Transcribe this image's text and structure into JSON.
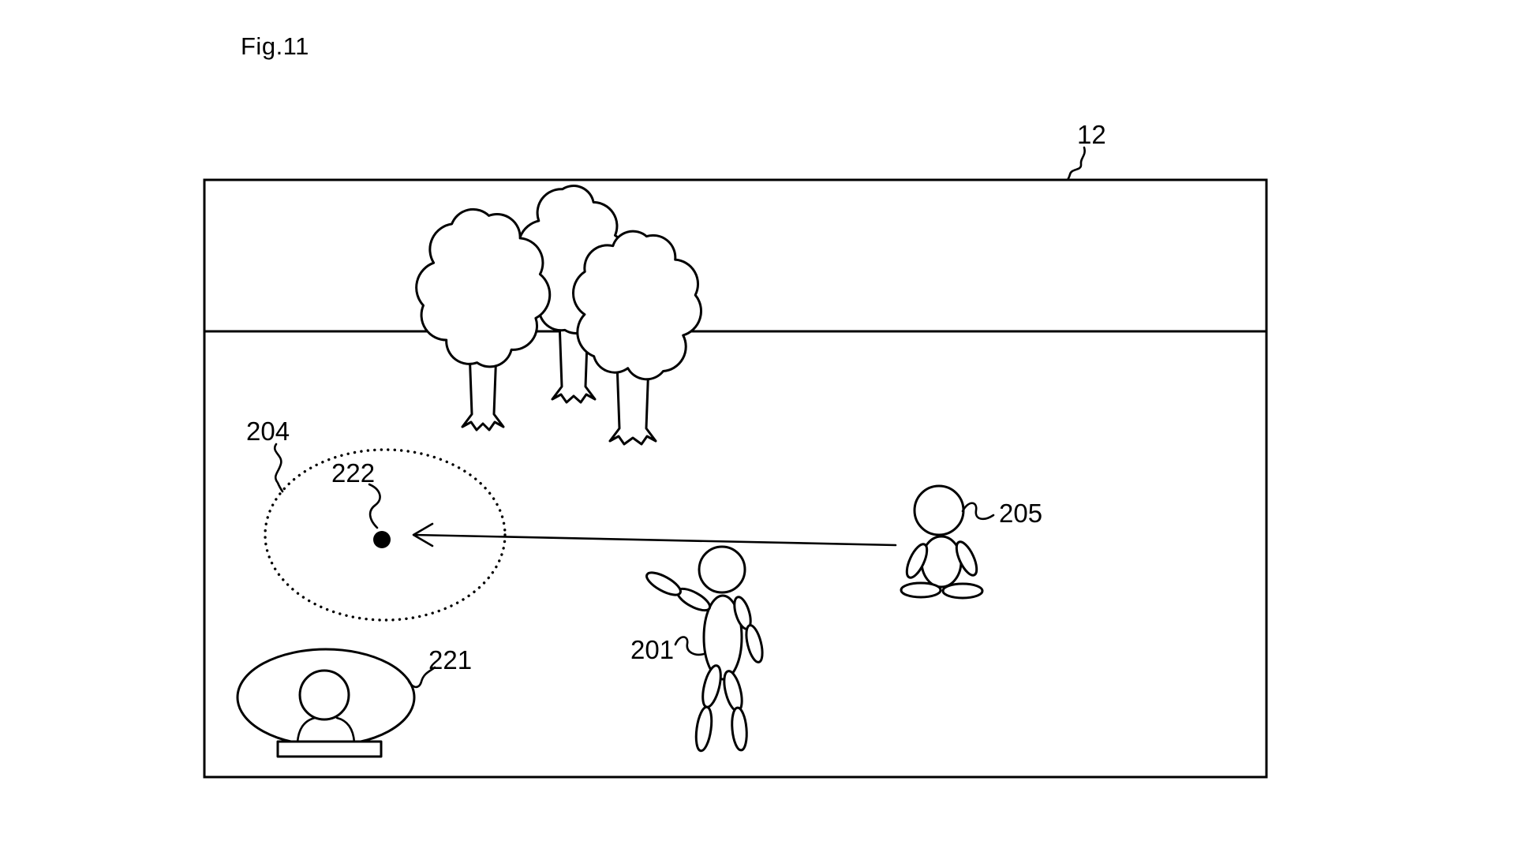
{
  "title": "Fig.11",
  "colors": {
    "ink": "#000000",
    "paper": "#ffffff"
  },
  "labels": {
    "screen": "12",
    "region": "204",
    "point": "222",
    "person": "201",
    "character": "205",
    "dome": "221"
  }
}
